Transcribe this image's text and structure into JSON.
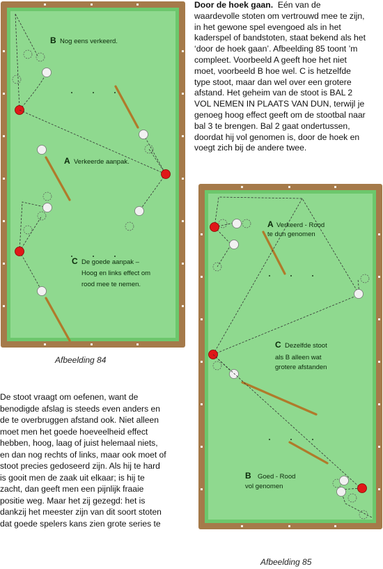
{
  "paragraph_top": {
    "title": "Door de hoek gaan.",
    "lines": [
      "waardevolle stoten om vertrouwd mee te zijn,",
      "in het gewone spel evengoed als in het",
      "kaderspel of bandstoten, staat bekend als het",
      "‘door de hoek gaan’. Afbeelding 85 toont ’m",
      "compleet. Voorbeeld A geeft hoe het niet",
      "moet, voorbeeld B hoe wel. C is hetzelfde",
      "type stoot, maar dan wel over een grotere",
      "afstand. Het geheim van de stoot is BAL 2",
      "VOL NEMEN IN PLAATS VAN DUN, terwijl je",
      "genoeg hoog effect geeft om de stootbal naar",
      "bal 3 te brengen. Bal 2 gaat ondertussen,",
      "doordat hij vol genomen is, door de hoek en",
      "voegt zich bij de andere twee."
    ],
    "first_line_rest": "Eén van de"
  },
  "paragraph_bottom": {
    "lines": [
      "De stoot vraagt om oefenen, want de",
      "benodigde afslag is steeds even anders en",
      "de te overbruggen afstand ook. Niet alleen",
      "moet men het goede hoeveelheid effect",
      "hebben,  hoog, laag of juist helemaal niets,",
      "en dan nog rechts of links, maar ook moet of",
      "stoot precies gedoseerd zijn. Als hij te hard",
      "is gooit men de zaak uit elkaar; is hij te",
      "zacht, dan geeft men een pijnlijk fraaie",
      "positie weg. Maar het zij gezegd: het is",
      "dankzij het meester zijn van dit soort stoten",
      "dat goede spelers kans zien grote series te"
    ]
  },
  "figure84": {
    "caption": "Afbeelding 84",
    "labels": {
      "b_letter": "B",
      "b_text": "Nog eens verkeerd.",
      "a_letter": "A",
      "a_text": "Verkeerde aanpak.",
      "c_letter": "C",
      "c_line1": "De goede aanpak –",
      "c_line2": "Hoog en links effect om",
      "c_line3": "rood mee te nemen."
    }
  },
  "figure85": {
    "caption": "Afbeelding 85",
    "labels": {
      "a_letter": "A",
      "a_line1": "Verkeerd - Rood",
      "a_line2": "te dun genomen",
      "c_letter": "C",
      "c_line1": "Dezelfde stoot",
      "c_line2": "als B alleen wat",
      "c_line3": "grotere afstanden",
      "b_letter": "B",
      "b_line1": "Goed  - Rood",
      "b_line2": "vol genomen"
    }
  },
  "colors": {
    "cloth": "#8fd98f",
    "cushion": "#6cc76c",
    "rail": "#a57a4a",
    "red_ball": "#e01818",
    "white_ball": "#f1f1f1"
  }
}
